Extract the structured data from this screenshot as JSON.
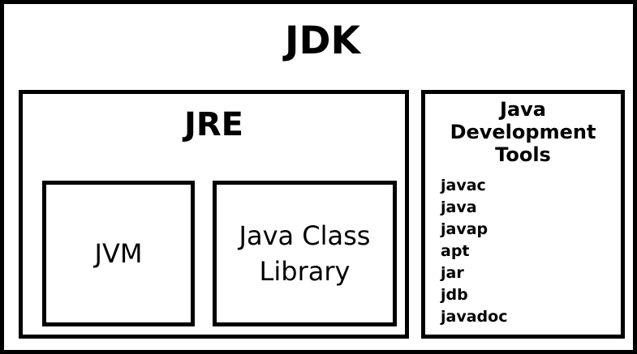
{
  "diagram": {
    "title": "JDK",
    "outer": {
      "label": "JDK"
    },
    "jre": {
      "label": "JRE",
      "children": [
        {
          "label": "JVM"
        },
        {
          "label": "Java Class\nLibrary"
        }
      ]
    },
    "jvm": {
      "label": "JVM"
    },
    "java_class_library": {
      "line1": "Java Class",
      "line2": "Library"
    },
    "java_development_tools": {
      "title_line1": "Java",
      "title_line2": "Development",
      "title_line3": "Tools",
      "tools": [
        "javac",
        "java",
        "javap",
        "apt",
        "jar",
        "jdb",
        "javadoc"
      ]
    },
    "colors": {
      "background": "#ffffff",
      "border": "#000000",
      "text": "#000000"
    }
  }
}
